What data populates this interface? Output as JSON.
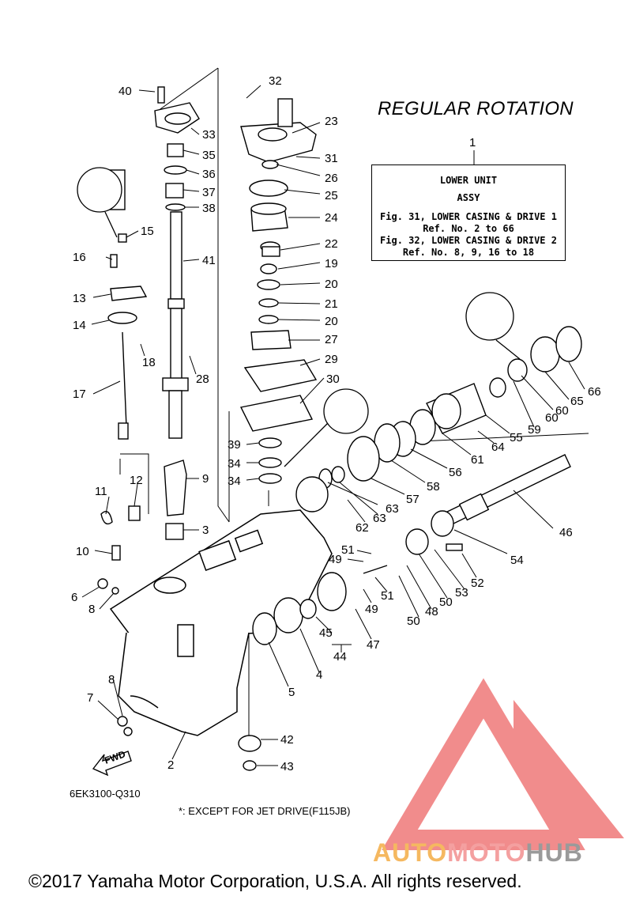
{
  "title": "REGULAR ROTATION",
  "ref_box": {
    "callout": "1",
    "line1": "LOWER UNIT",
    "line2": "ASSY",
    "line3": "Fig. 31, LOWER CASING & DRIVE 1",
    "line4": "Ref. No. 2 to 66",
    "line5": "Fig. 32, LOWER CASING & DRIVE 2",
    "line6": "Ref. No. 8, 9, 16 to 18"
  },
  "diagram_code": "6EK3100-Q310",
  "note": "*: EXCEPT FOR JET DRIVE(F115JB)",
  "fwd_label": "FWD",
  "copyright": "©2017 Yamaha Motor Corporation, U.S.A. All rights reserved.",
  "watermark": {
    "part1": "AUTO",
    "part2": "MOTO",
    "part3": "HUB"
  },
  "colors": {
    "watermark_red": "#f08080",
    "watermark_orange": "#f5b860",
    "watermark_gray": "#9a9a9a"
  },
  "labels": {
    "n2": "2",
    "n3": "3",
    "n4": "4",
    "n5": "5",
    "n6": "6",
    "n7": "7",
    "n8a": "8",
    "n8b": "8",
    "n9": "9",
    "n10": "10",
    "n11": "11",
    "n12": "12",
    "n13": "13",
    "n14": "14",
    "n15": "15",
    "n16": "16",
    "n17": "17",
    "n18": "18",
    "n19": "19",
    "n20a": "20",
    "n20b": "20",
    "n21": "21",
    "n22": "22",
    "n23": "23",
    "n24": "24",
    "n25": "25",
    "n26": "26",
    "n27": "27",
    "n28": "28",
    "n29": "29",
    "n30": "30",
    "n31": "31",
    "n32": "32",
    "n33": "33",
    "n34a": "34",
    "n34b": "34",
    "n35": "35",
    "n36": "36",
    "n37": "37",
    "n38": "38",
    "n39": "39",
    "n40": "40",
    "n41": "41",
    "n42": "42",
    "n43": "43",
    "n44": "44",
    "n45": "45",
    "n46": "46",
    "n47": "47",
    "n48": "48",
    "n49a": "49",
    "n49b": "49",
    "n50a": "50",
    "n50b": "50",
    "n51a": "51",
    "n51b": "51",
    "n52": "52",
    "n53": "53",
    "n54": "54",
    "n55": "55",
    "n56": "56",
    "n57": "57",
    "n58": "58",
    "n59": "59",
    "n60a": "60",
    "n60b": "60",
    "n61": "61",
    "n62": "62",
    "n63a": "63",
    "n63b": "63",
    "n64": "64",
    "n65": "65",
    "n66": "66"
  }
}
